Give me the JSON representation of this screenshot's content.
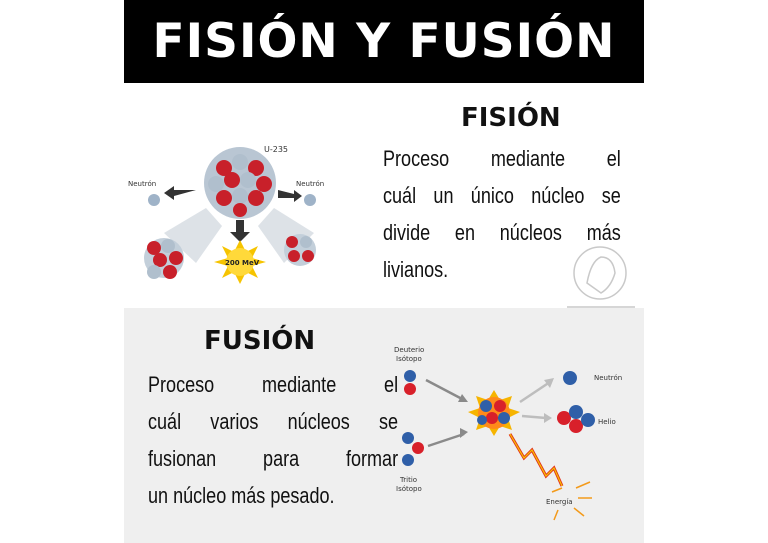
{
  "title": "FISIÓN Y FUSIÓN",
  "fision": {
    "heading": "FISIÓN",
    "lines": [
      "Proceso mediante el",
      "cuál un único núcleo se",
      "divide en núcleos más",
      "livianos."
    ],
    "diagram": {
      "label_u235": "U-235",
      "label_neutron_left": "Neutrón",
      "label_neutron_right": "Neutrón",
      "label_energy": "200 MeV"
    }
  },
  "fusion": {
    "heading": "FUSIÓN",
    "lines": [
      "Proceso mediante el",
      "cuál varios núcleos se",
      "fusionan para formar",
      "un núcleo más pesado."
    ],
    "diagram": {
      "label_deuterio_1": "Deuterio",
      "label_deuterio_2": "Isótopo",
      "label_tritio_1": "Tritio",
      "label_tritio_2": "Isótopo",
      "label_neutron": "Neutrón",
      "label_helio": "Helio",
      "label_energia": "Energía"
    }
  },
  "colors": {
    "banner": "#000000",
    "fusion_bg": "#efefef",
    "proton": "#d8202a",
    "neutron": "#2f5fa8",
    "fission_neutron": "#9fb3c8",
    "energy": "#f6c400"
  },
  "watermark": "seal-logo"
}
